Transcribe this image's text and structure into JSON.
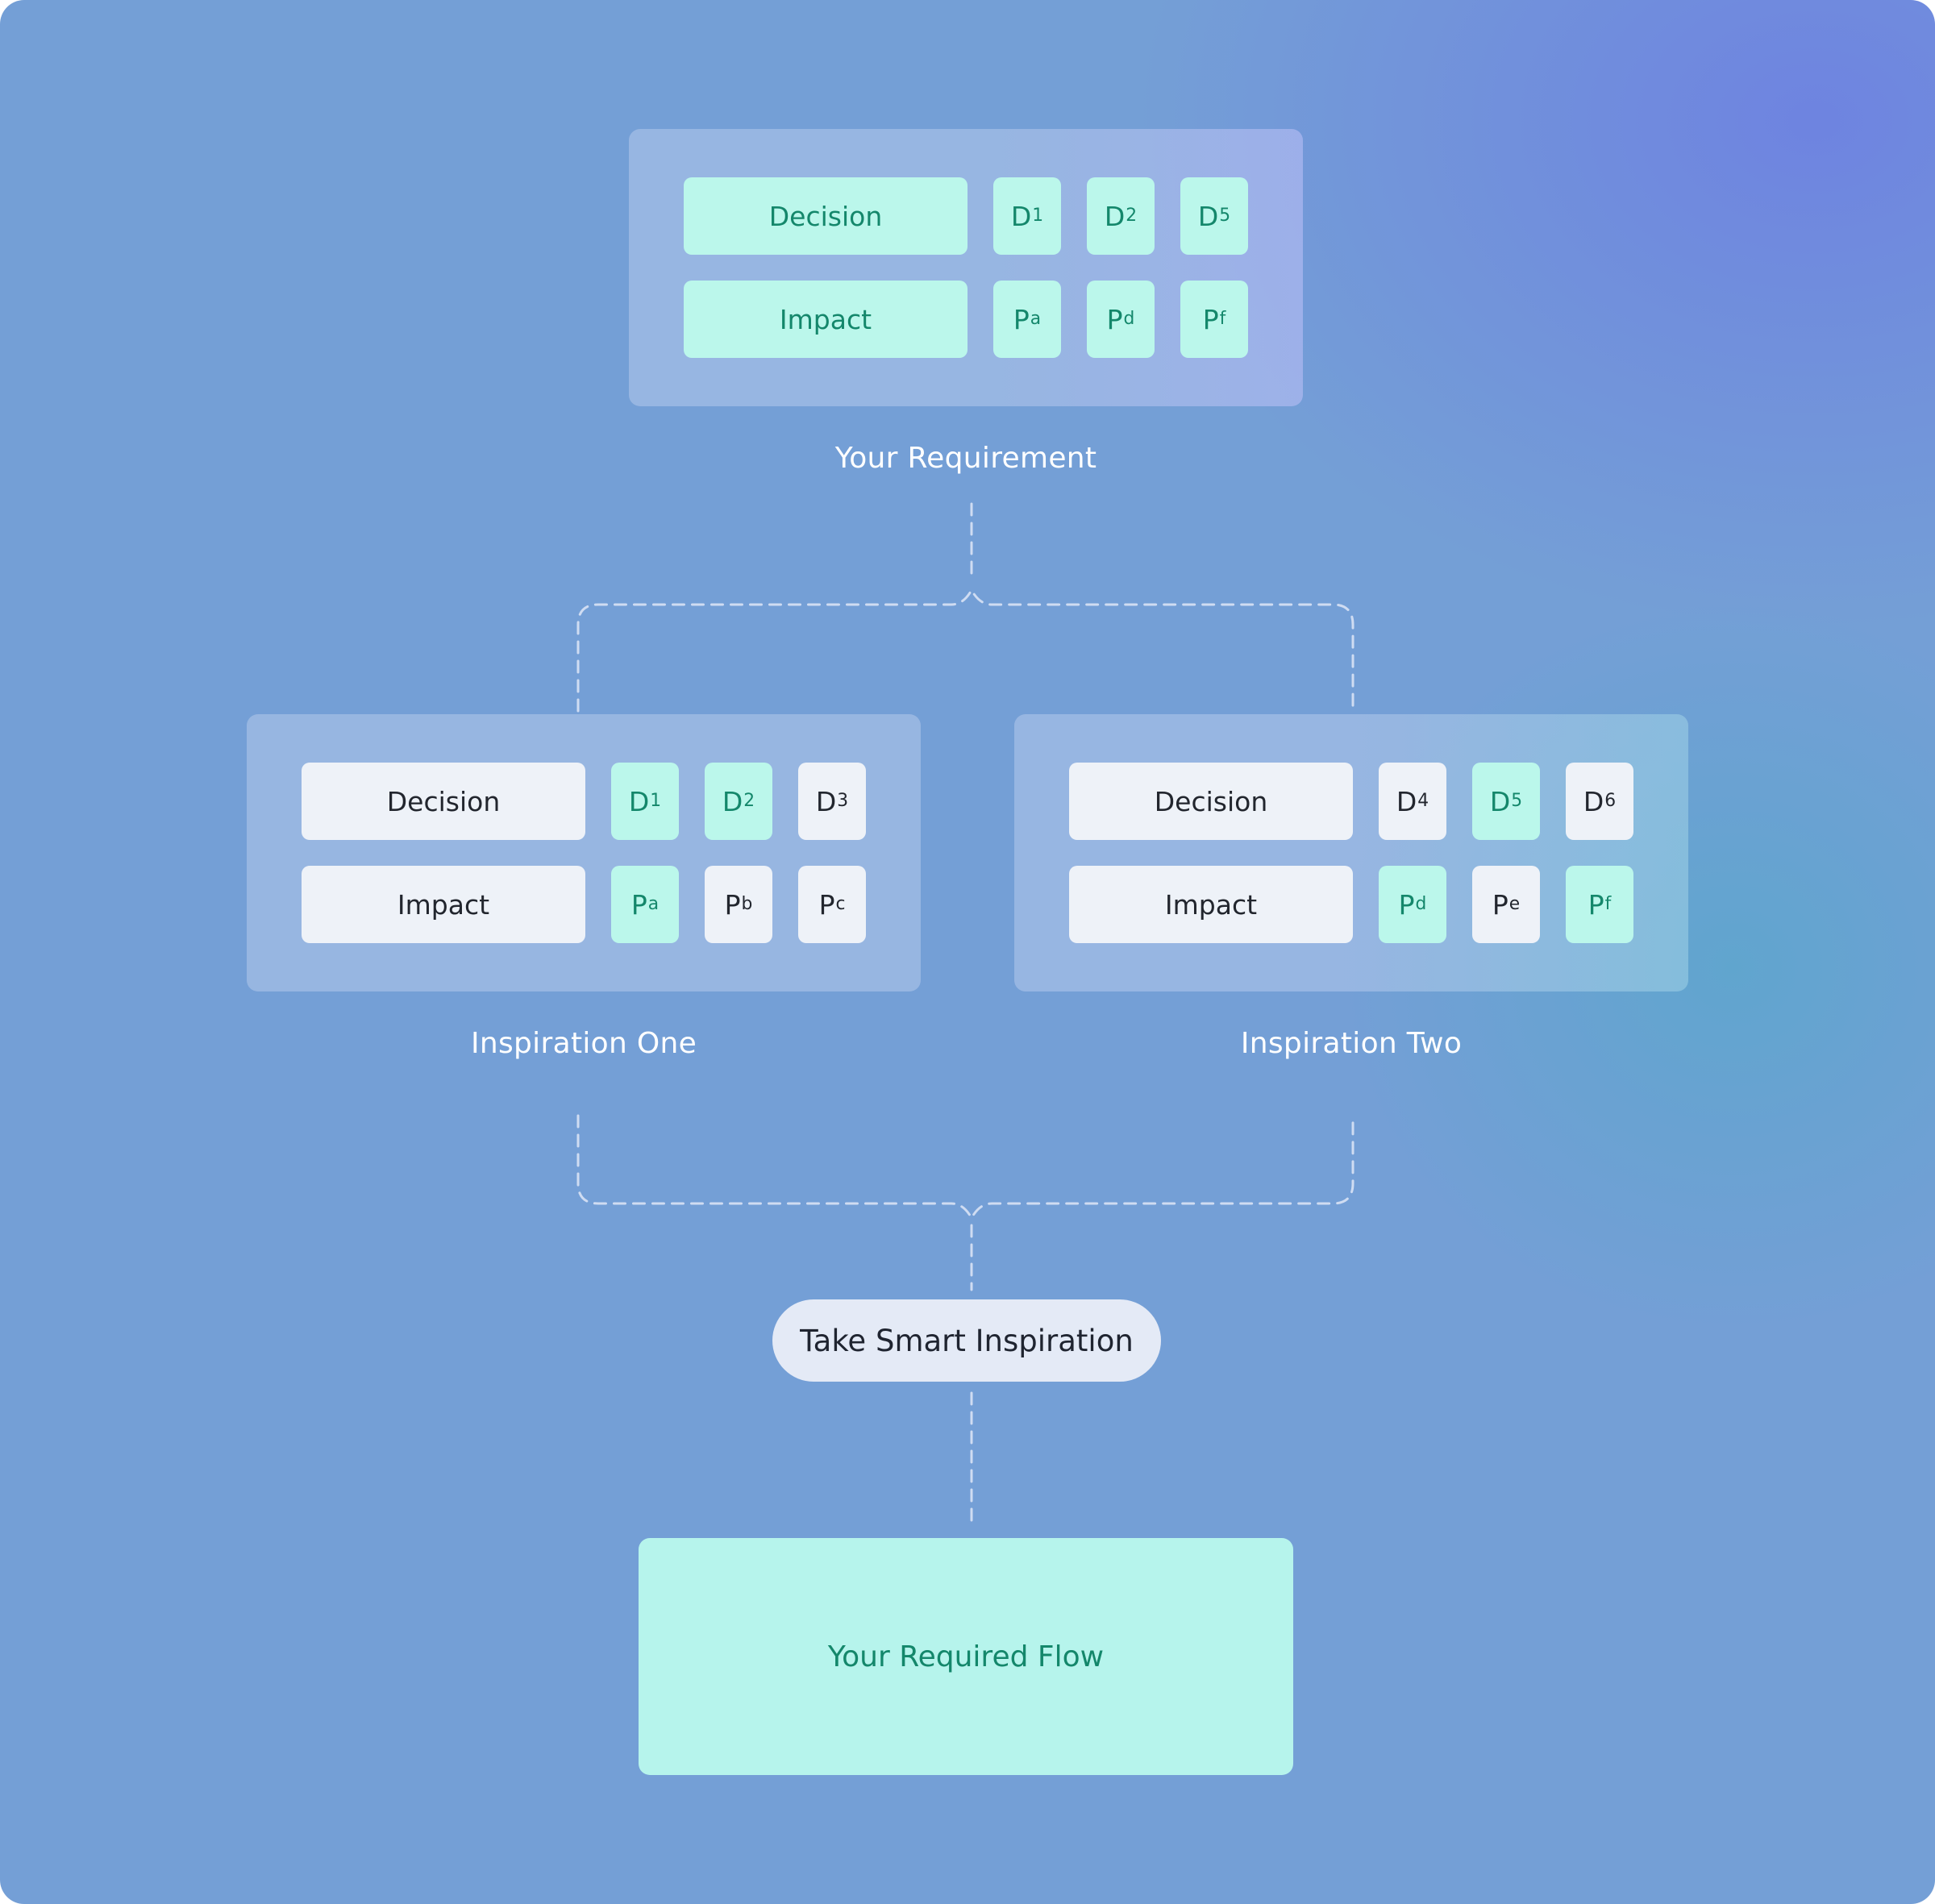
{
  "requirement": {
    "caption": "Your Requirement",
    "rows": [
      {
        "label": "Decision",
        "chips": [
          {
            "base": "D",
            "sub": "1",
            "highlighted": true
          },
          {
            "base": "D",
            "sub": "2",
            "highlighted": true
          },
          {
            "base": "D",
            "sub": "5",
            "highlighted": true
          }
        ]
      },
      {
        "label": "Impact",
        "chips": [
          {
            "base": "P",
            "sub": "a",
            "highlighted": true
          },
          {
            "base": "P",
            "sub": "d",
            "highlighted": true
          },
          {
            "base": "P",
            "sub": "f",
            "highlighted": true
          }
        ]
      }
    ]
  },
  "inspiration_one": {
    "caption": "Inspiration One",
    "rows": [
      {
        "label": "Decision",
        "chips": [
          {
            "base": "D",
            "sub": "1",
            "highlighted": true
          },
          {
            "base": "D",
            "sub": "2",
            "highlighted": true
          },
          {
            "base": "D",
            "sub": "3",
            "highlighted": false
          }
        ]
      },
      {
        "label": "Impact",
        "chips": [
          {
            "base": "P",
            "sub": "a",
            "highlighted": true
          },
          {
            "base": "P",
            "sub": "b",
            "highlighted": false
          },
          {
            "base": "P",
            "sub": "c",
            "highlighted": false
          }
        ]
      }
    ]
  },
  "inspiration_two": {
    "caption": "Inspiration Two",
    "rows": [
      {
        "label": "Decision",
        "chips": [
          {
            "base": "D",
            "sub": "4",
            "highlighted": false
          },
          {
            "base": "D",
            "sub": "5",
            "highlighted": true
          },
          {
            "base": "D",
            "sub": "6",
            "highlighted": false
          }
        ]
      },
      {
        "label": "Impact",
        "chips": [
          {
            "base": "P",
            "sub": "d",
            "highlighted": true
          },
          {
            "base": "P",
            "sub": "e",
            "highlighted": false
          },
          {
            "base": "P",
            "sub": "f",
            "highlighted": true
          }
        ]
      }
    ]
  },
  "action_label": "Take Smart Inspiration",
  "result_label": "Your Required Flow",
  "colors": {
    "highlight_bg": "#bbf7eb",
    "highlight_text": "#14876b",
    "neutral_bg": "#eef2f8",
    "neutral_text": "#22262e",
    "connector": "#cfdcf2"
  }
}
